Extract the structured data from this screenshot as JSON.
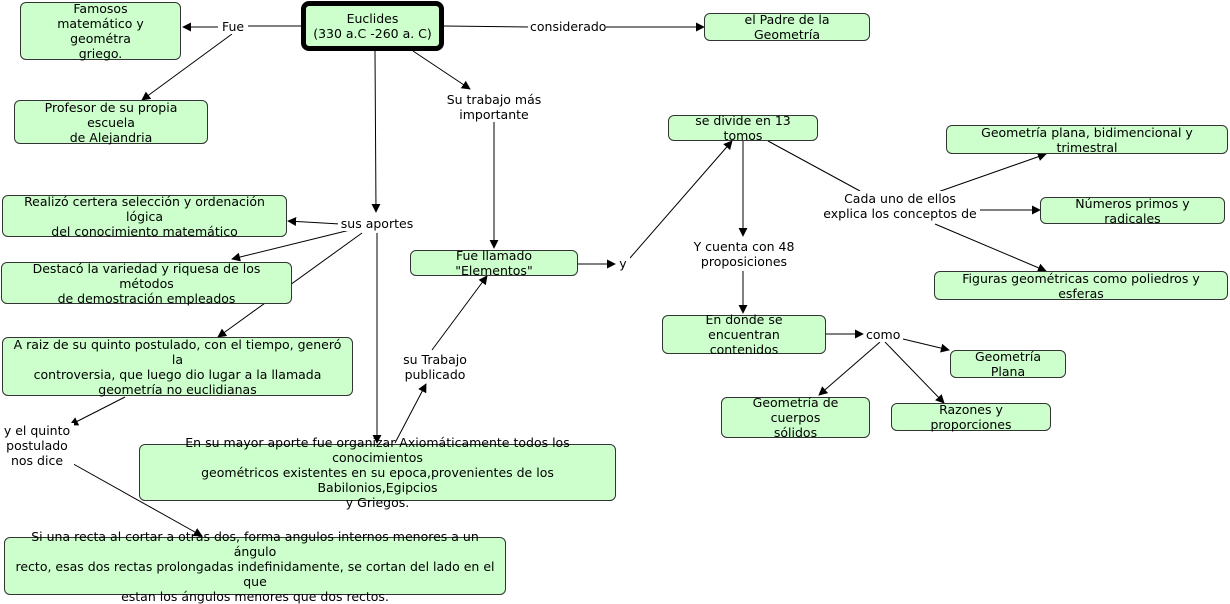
{
  "colors": {
    "node_fill": "#ccffcc",
    "node_border": "#333333",
    "line": "#000000"
  },
  "nodes": {
    "euclides": "Euclides\n(330 a.C -260 a. C)",
    "famosos": "Famosos\nmatemático y geométra\ngriego.",
    "profesor": "Profesor de su propia escuela\nde Alejandria",
    "padre": "el Padre de la Geometría",
    "realizo": "Realizó certera selección y ordenación lógica\ndel conocimiento matemático",
    "destaco": "Destacó la variedad y riquesa de los métodos\nde demostración empleados",
    "raiz": "A raiz de su quinto postulado, con el tiempo, generó la\ncontroversia, que luego dio lugar a la llamada\ngeometría no euclidianas",
    "mayor_aporte": "En su mayor aporte fue organizar Axiomáticamente todos los conocimientos\ngeométricos existentes en su epoca,provenientes de los Babilonios,Egipcios\ny Griegos.",
    "recta": "Si una recta al cortar a otras dos, forma angulos internos menores a un ángulo\nrecto, esas dos rectas prolongadas indefinidamente, se cortan del lado en el que\nestan los ángulos menores que dos rectos.",
    "elementos": "Fue llamado \"Elementos\"",
    "tomos": "se divide en 13 tomos",
    "contenidos": "En donde se encuentran\ncontenidos",
    "geo_plana_bi": "Geometría plana, bidimencional y trimestral",
    "primos": "Números primos y radicales",
    "figuras": "Figuras geométricas como poliedros y esferas",
    "geo_plana": "Geometría Plana",
    "cuerpos": "Geometría de cuerpos\nsólidos",
    "razones": "Razones y proporciones"
  },
  "links": {
    "fue": "Fue",
    "considerado": "considerado",
    "trabajo": "Su trabajo más\nimportante",
    "aportes": "sus aportes",
    "quinto": "y el quinto\npostulado\nnos dice",
    "publicado": "su Trabajo\npublicado",
    "y": "y",
    "cuenta": "Y cuenta con 48\nproposiciones",
    "cada": "Cada uno de ellos\nexplica los conceptos de",
    "como": "como"
  }
}
